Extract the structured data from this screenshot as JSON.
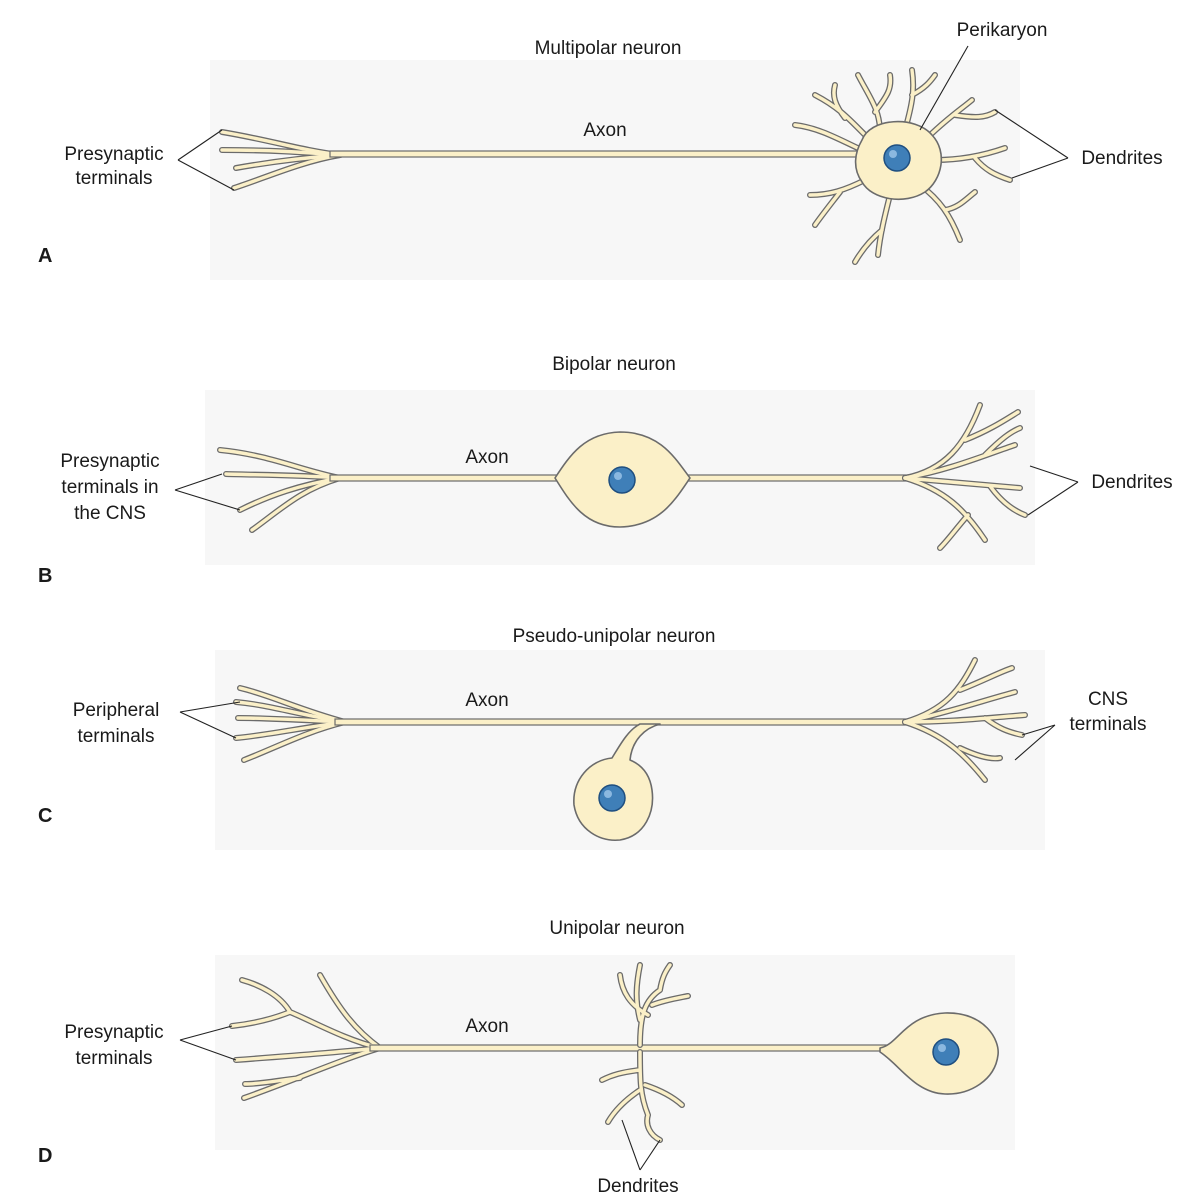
{
  "panels": [
    {
      "letter": "A",
      "title": "Multipolar neuron",
      "labels": {
        "left": [
          "Presynaptic",
          "terminals"
        ],
        "axon": "Axon",
        "soma": "Perikaryon",
        "right": "Dendrites"
      }
    },
    {
      "letter": "B",
      "title": "Bipolar neuron",
      "labels": {
        "left": [
          "Presynaptic",
          "terminals in",
          "the CNS"
        ],
        "axon": "Axon",
        "right": "Dendrites"
      }
    },
    {
      "letter": "C",
      "title": "Pseudo-unipolar neuron",
      "labels": {
        "left": [
          "Peripheral",
          "terminals"
        ],
        "axon": "Axon",
        "right": [
          "CNS",
          "terminals"
        ]
      }
    },
    {
      "letter": "D",
      "title": "Unipolar neuron",
      "labels": {
        "left": [
          "Presynaptic",
          "terminals"
        ],
        "axon": "Axon",
        "bottom": "Dendrites"
      }
    }
  ],
  "colors": {
    "cytoplasm": "#fbf0c8",
    "outline": "#6b6b6b",
    "nucleus": "#3f7fb8"
  }
}
